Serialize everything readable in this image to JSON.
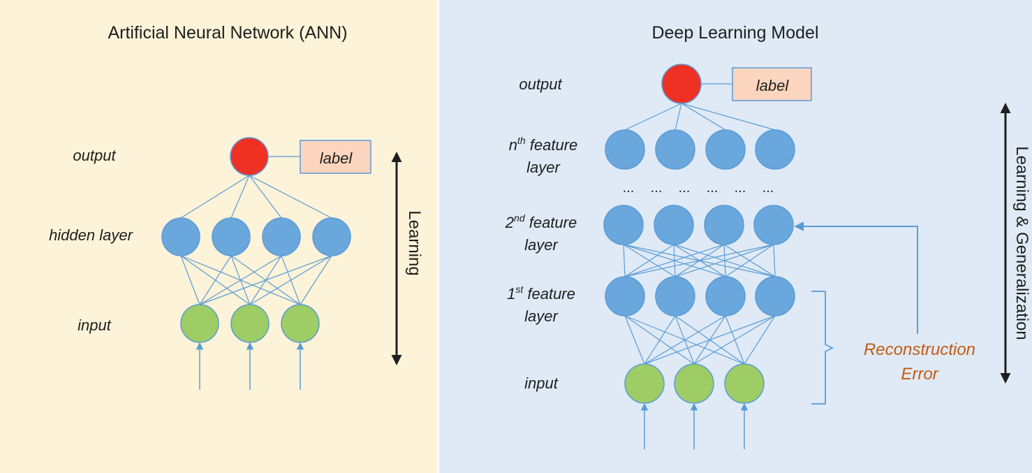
{
  "colors": {
    "left_background": "#fcf3d8",
    "right_background": "#dfeaf6",
    "output_node": "#ef3124",
    "hidden_node": "#6aa7dd",
    "input_node": "#9dcd64",
    "label_box": "#fbd5bd",
    "edge": "#5b9bd5",
    "reconstruction_text": "#c55a11"
  },
  "ann": {
    "title": "Artificial Neural Network (ANN)",
    "output_label": "output",
    "hidden_label": "hidden layer",
    "input_label": "input",
    "box_label": "label",
    "arrow_label": "Learning"
  },
  "dl": {
    "title": "Deep Learning Model",
    "output_label": "output",
    "box_label": "label",
    "nth_prefix": "n",
    "nth_sup": "th",
    "nth_suffix": " feature",
    "nth_line2": "layer",
    "second_prefix": "2",
    "second_sup": "nd",
    "second_suffix": " feature",
    "second_line2": "layer",
    "first_prefix": "1",
    "first_sup": "st",
    "first_suffix": " feature",
    "first_line2": "layer",
    "input_label": "input",
    "dots": "...",
    "recon_line1": "Reconstruction",
    "recon_line2": "Error",
    "arrow_label": "Learning & Generalization"
  }
}
